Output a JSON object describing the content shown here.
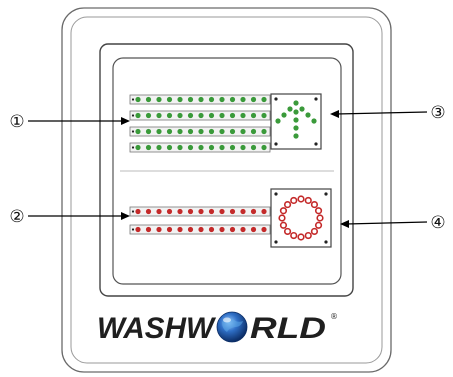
{
  "brand": {
    "prefix": "WASHW",
    "suffix": "RLD",
    "trademark": "®",
    "globe_icon": "globe-icon"
  },
  "callouts": [
    {
      "id": "1",
      "label": "①",
      "target": "green-led-bars"
    },
    {
      "id": "2",
      "label": "②",
      "target": "red-led-bars"
    },
    {
      "id": "3",
      "label": "③",
      "target": "green-arrow-signal"
    },
    {
      "id": "4",
      "label": "④",
      "target": "red-stop-signal"
    }
  ],
  "panels": {
    "go": {
      "led_color": "#3a9a3a",
      "bar_count": 4,
      "leds_per_bar": 13,
      "signal_icon": "up-arrow-icon"
    },
    "stop": {
      "led_color": "#c42a2a",
      "bar_count": 2,
      "leds_per_bar": 13,
      "signal_icon": "stop-ring-icon"
    }
  },
  "colors": {
    "frame_stroke": "#555555",
    "bar_fill": "#f2f2f2",
    "globe_blue": "#1c4e9e"
  }
}
